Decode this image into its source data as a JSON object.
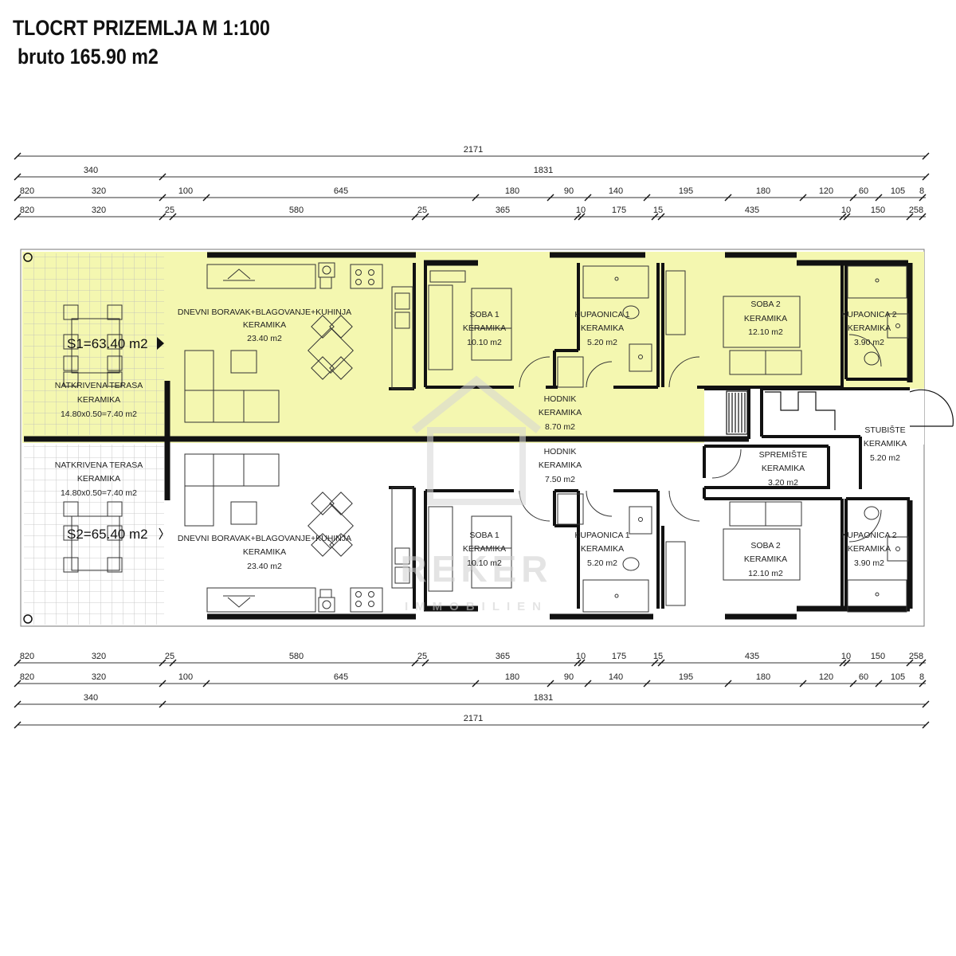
{
  "header": {
    "title": "TLOCRT PRIZEMLJA  M 1:100",
    "subtitle": "bruto 165.90 m2"
  },
  "colors": {
    "unit1_fill": "#f4f7b0",
    "wall": "#111111",
    "terrace_grid": "#bbbbbb",
    "line": "#444444"
  },
  "dimensions": {
    "top": {
      "total": "2171",
      "row2": [
        "340",
        "1831"
      ],
      "row3": [
        "820",
        "320",
        "100",
        "645",
        "180",
        "90",
        "140",
        "195",
        "180",
        "120",
        "60",
        "105",
        "8"
      ],
      "row4": [
        "820",
        "320",
        "25",
        "580",
        "25",
        "365",
        "10",
        "175",
        "15",
        "435",
        "10",
        "150",
        "258"
      ]
    },
    "bottom": {
      "row1": [
        "820",
        "320",
        "25",
        "580",
        "25",
        "365",
        "10",
        "175",
        "15",
        "435",
        "10",
        "150",
        "258"
      ],
      "row2": [
        "820",
        "320",
        "100",
        "645",
        "180",
        "90",
        "140",
        "195",
        "180",
        "120",
        "60",
        "105",
        "8"
      ],
      "row3": [
        "340",
        "1831"
      ],
      "total": "2171"
    }
  },
  "unit_labels": {
    "s1": "S1=63.40 m2",
    "s2": "S2=65.40 m2"
  },
  "rooms": {
    "terrace_top": {
      "name": "NATKRIVENA TERASA",
      "floor": "KERAMIKA",
      "area": "14.80x0.50=7.40 m2"
    },
    "terrace_bottom": {
      "name": "NATKRIVENA TERASA",
      "floor": "KERAMIKA",
      "area": "14.80x0.50=7.40 m2"
    },
    "living_top": {
      "name": "DNEVNI BORAVAK+BLAGOVANJE+KUHINJA",
      "floor": "KERAMIKA",
      "area": "23.40 m2"
    },
    "living_bottom": {
      "name": "DNEVNI BORAVAK+BLAGOVANJE+KUHINJA",
      "floor": "KERAMIKA",
      "area": "23.40 m2"
    },
    "soba1_top": {
      "name": "SOBA 1",
      "floor": "KERAMIKA",
      "area": "10.10 m2"
    },
    "soba1_bottom": {
      "name": "SOBA 1",
      "floor": "KERAMIKA",
      "area": "10.10 m2"
    },
    "bath1_top": {
      "name": "KUPAONICA 1",
      "floor": "KERAMIKA",
      "area": "5.20 m2"
    },
    "bath1_bottom": {
      "name": "KUPAONICA 1",
      "floor": "KERAMIKA",
      "area": "5.20 m2"
    },
    "soba2_top": {
      "name": "SOBA 2",
      "floor": "KERAMIKA",
      "area": "12.10 m2"
    },
    "soba2_bottom": {
      "name": "SOBA 2",
      "floor": "KERAMIKA",
      "area": "12.10 m2"
    },
    "bath2_top": {
      "name": "KUPAONICA 2",
      "floor": "KERAMIKA",
      "area": "3.90 m2"
    },
    "bath2_bottom": {
      "name": "KUPAONICA 2",
      "floor": "KERAMIKA",
      "area": "3.90 m2"
    },
    "hall_top": {
      "name": "HODNIK",
      "floor": "KERAMIKA",
      "area": "8.70 m2"
    },
    "hall_bottom": {
      "name": "HODNIK",
      "floor": "KERAMIKA",
      "area": "7.50 m2"
    },
    "storage": {
      "name": "SPREMIŠTE",
      "floor": "KERAMIKA",
      "area": "3.20 m2"
    },
    "stairs": {
      "name": "STUBIŠTE",
      "floor": "KERAMIKA",
      "area": "5.20 m2"
    }
  },
  "watermark": {
    "brand": "REKER",
    "tagline": "IMMOBILIEN"
  }
}
